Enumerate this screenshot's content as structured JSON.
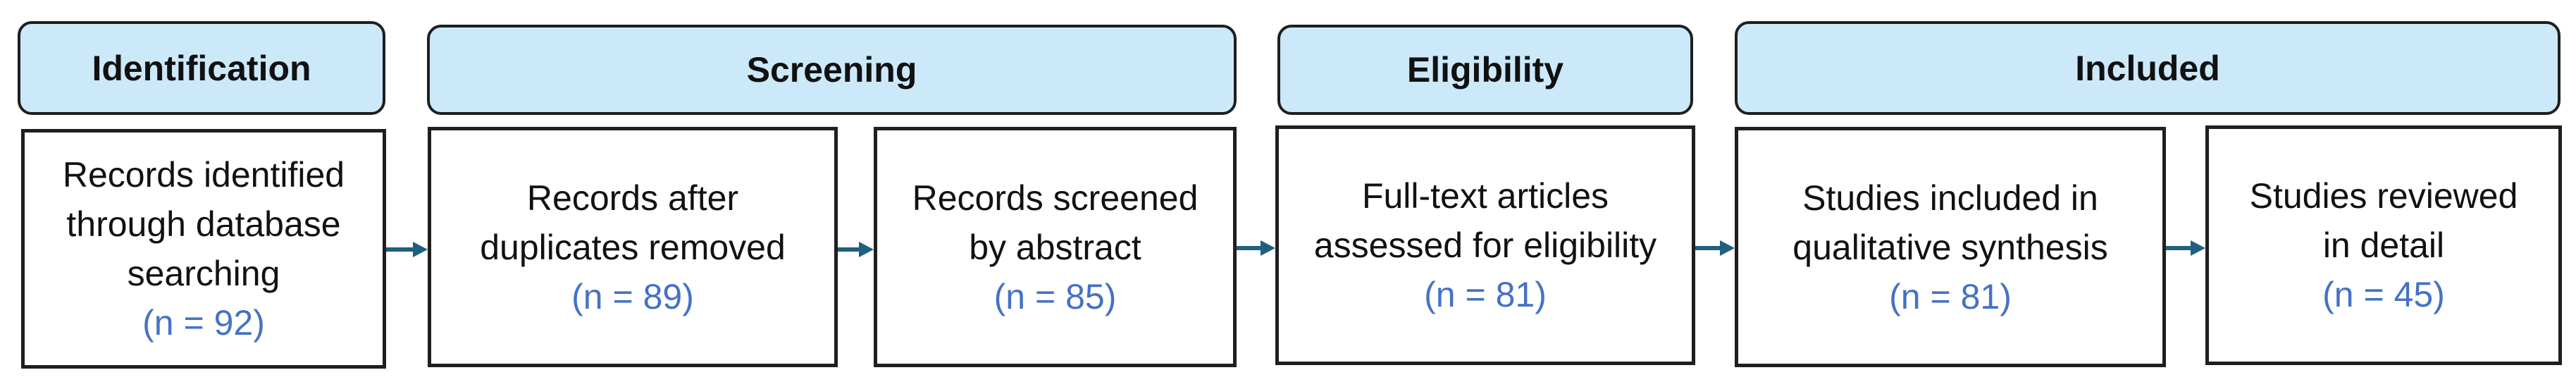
{
  "stages": {
    "identification": "Identification",
    "screening": "Screening",
    "eligibility": "Eligibility",
    "included": "Included"
  },
  "boxes": [
    {
      "text": "Records identified\nthrough database\nsearching",
      "count": "(n = 92)"
    },
    {
      "text": "Records after\nduplicates removed",
      "count": "(n = 89)"
    },
    {
      "text": "Records screened\nby abstract",
      "count": "(n = 85)"
    },
    {
      "text": "Full-text articles\nassessed for eligibility",
      "count": "(n = 81)"
    },
    {
      "text": "Studies included in\nqualitative synthesis",
      "count": "(n = 81)"
    },
    {
      "text": "Studies reviewed\nin detail",
      "count": "(n = 45)"
    }
  ],
  "colors": {
    "header_fill": "#cce9fa",
    "border": "#1f1f1f",
    "count_text": "#4472c4",
    "arrow": "#1f5f7f"
  }
}
